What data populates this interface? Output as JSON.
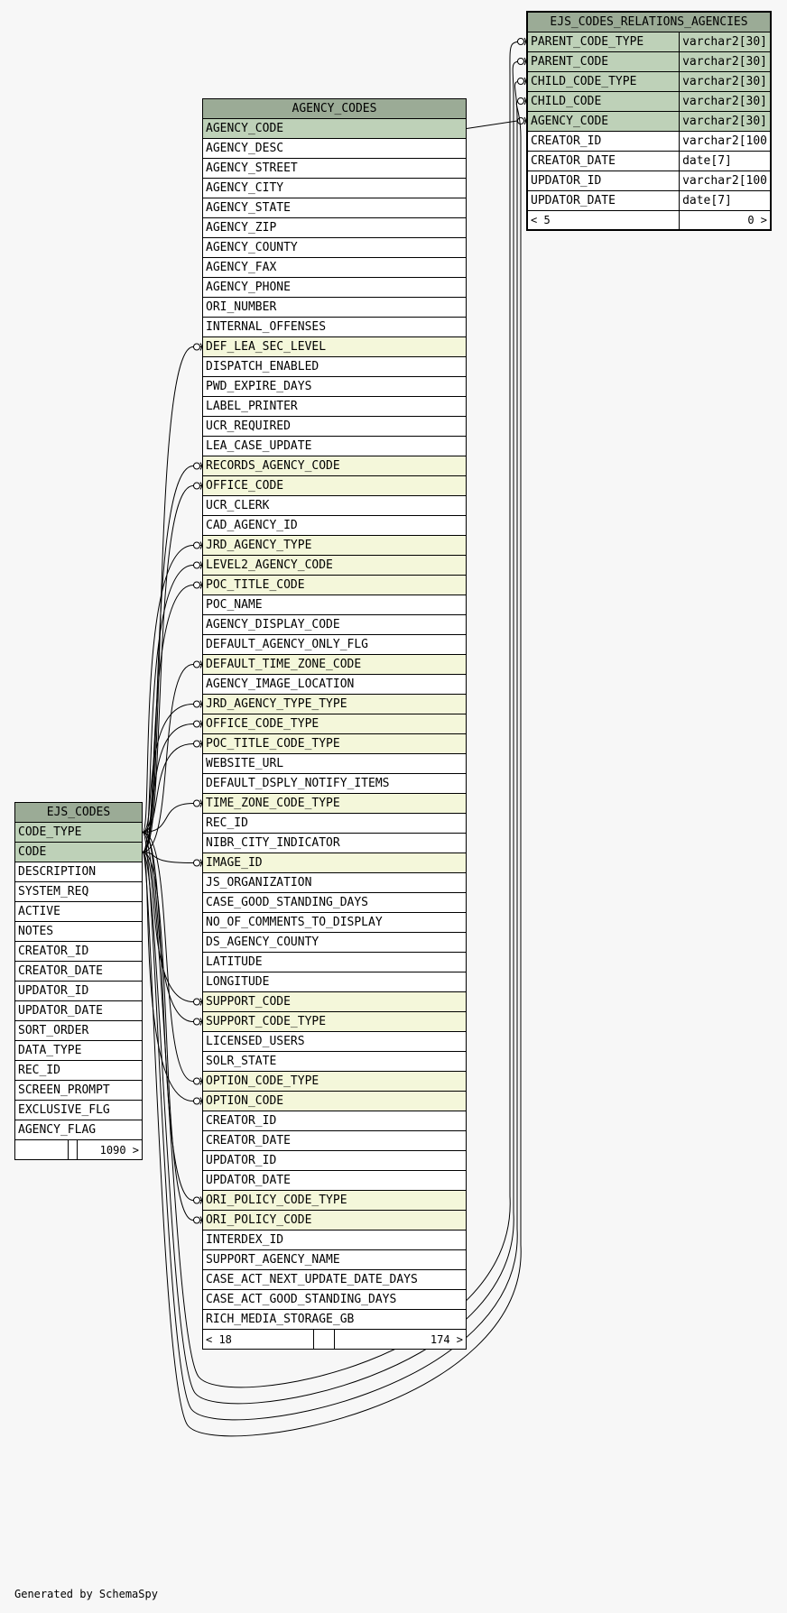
{
  "generated_by": "Generated by SchemaSpy",
  "agency_codes": {
    "title": "AGENCY_CODES",
    "pk": [
      "AGENCY_CODE"
    ],
    "columns": [
      {
        "name": "AGENCY_CODE",
        "kind": "pk"
      },
      {
        "name": "AGENCY_DESC",
        "kind": ""
      },
      {
        "name": "AGENCY_STREET",
        "kind": ""
      },
      {
        "name": "AGENCY_CITY",
        "kind": ""
      },
      {
        "name": "AGENCY_STATE",
        "kind": ""
      },
      {
        "name": "AGENCY_ZIP",
        "kind": ""
      },
      {
        "name": "AGENCY_COUNTY",
        "kind": ""
      },
      {
        "name": "AGENCY_FAX",
        "kind": ""
      },
      {
        "name": "AGENCY_PHONE",
        "kind": ""
      },
      {
        "name": "ORI_NUMBER",
        "kind": ""
      },
      {
        "name": "INTERNAL_OFFENSES",
        "kind": ""
      },
      {
        "name": "DEF_LEA_SEC_LEVEL",
        "kind": "fk"
      },
      {
        "name": "DISPATCH_ENABLED",
        "kind": ""
      },
      {
        "name": "PWD_EXPIRE_DAYS",
        "kind": ""
      },
      {
        "name": "LABEL_PRINTER",
        "kind": ""
      },
      {
        "name": "UCR_REQUIRED",
        "kind": ""
      },
      {
        "name": "LEA_CASE_UPDATE",
        "kind": ""
      },
      {
        "name": "RECORDS_AGENCY_CODE",
        "kind": "fk"
      },
      {
        "name": "OFFICE_CODE",
        "kind": "fk"
      },
      {
        "name": "UCR_CLERK",
        "kind": ""
      },
      {
        "name": "CAD_AGENCY_ID",
        "kind": ""
      },
      {
        "name": "JRD_AGENCY_TYPE",
        "kind": "fk"
      },
      {
        "name": "LEVEL2_AGENCY_CODE",
        "kind": "fk"
      },
      {
        "name": "POC_TITLE_CODE",
        "kind": "fk"
      },
      {
        "name": "POC_NAME",
        "kind": ""
      },
      {
        "name": "AGENCY_DISPLAY_CODE",
        "kind": ""
      },
      {
        "name": "DEFAULT_AGENCY_ONLY_FLG",
        "kind": ""
      },
      {
        "name": "DEFAULT_TIME_ZONE_CODE",
        "kind": "fk"
      },
      {
        "name": "AGENCY_IMAGE_LOCATION",
        "kind": ""
      },
      {
        "name": "JRD_AGENCY_TYPE_TYPE",
        "kind": "fk"
      },
      {
        "name": "OFFICE_CODE_TYPE",
        "kind": "fk"
      },
      {
        "name": "POC_TITLE_CODE_TYPE",
        "kind": "fk"
      },
      {
        "name": "WEBSITE_URL",
        "kind": ""
      },
      {
        "name": "DEFAULT_DSPLY_NOTIFY_ITEMS",
        "kind": ""
      },
      {
        "name": "TIME_ZONE_CODE_TYPE",
        "kind": "fk"
      },
      {
        "name": "REC_ID",
        "kind": ""
      },
      {
        "name": "NIBR_CITY_INDICATOR",
        "kind": ""
      },
      {
        "name": "IMAGE_ID",
        "kind": "fk"
      },
      {
        "name": "JS_ORGANIZATION",
        "kind": ""
      },
      {
        "name": "CASE_GOOD_STANDING_DAYS",
        "kind": ""
      },
      {
        "name": "NO_OF_COMMENTS_TO_DISPLAY",
        "kind": ""
      },
      {
        "name": "DS_AGENCY_COUNTY",
        "kind": ""
      },
      {
        "name": "LATITUDE",
        "kind": ""
      },
      {
        "name": "LONGITUDE",
        "kind": ""
      },
      {
        "name": "SUPPORT_CODE",
        "kind": "fk"
      },
      {
        "name": "SUPPORT_CODE_TYPE",
        "kind": "fk"
      },
      {
        "name": "LICENSED_USERS",
        "kind": ""
      },
      {
        "name": "SOLR_STATE",
        "kind": ""
      },
      {
        "name": "OPTION_CODE_TYPE",
        "kind": "fk"
      },
      {
        "name": "OPTION_CODE",
        "kind": "fk"
      },
      {
        "name": "CREATOR_ID",
        "kind": ""
      },
      {
        "name": "CREATOR_DATE",
        "kind": ""
      },
      {
        "name": "UPDATOR_ID",
        "kind": ""
      },
      {
        "name": "UPDATOR_DATE",
        "kind": ""
      },
      {
        "name": "ORI_POLICY_CODE_TYPE",
        "kind": "fk"
      },
      {
        "name": "ORI_POLICY_CODE",
        "kind": "fk"
      },
      {
        "name": "INTERDEX_ID",
        "kind": ""
      },
      {
        "name": "SUPPORT_AGENCY_NAME",
        "kind": ""
      },
      {
        "name": "CASE_ACT_NEXT_UPDATE_DATE_DAYS",
        "kind": ""
      },
      {
        "name": "CASE_ACT_GOOD_STANDING_DAYS",
        "kind": ""
      },
      {
        "name": "RICH_MEDIA_STORAGE_GB",
        "kind": ""
      }
    ],
    "footer": {
      "left": "< 18",
      "right": "174 >"
    }
  },
  "ejs_codes": {
    "title": "EJS_CODES",
    "columns": [
      {
        "name": "CODE_TYPE",
        "kind": "pk"
      },
      {
        "name": "CODE",
        "kind": "pk"
      },
      {
        "name": "DESCRIPTION",
        "kind": ""
      },
      {
        "name": "SYSTEM_REQ",
        "kind": ""
      },
      {
        "name": "ACTIVE",
        "kind": ""
      },
      {
        "name": "NOTES",
        "kind": ""
      },
      {
        "name": "CREATOR_ID",
        "kind": ""
      },
      {
        "name": "CREATOR_DATE",
        "kind": ""
      },
      {
        "name": "UPDATOR_ID",
        "kind": ""
      },
      {
        "name": "UPDATOR_DATE",
        "kind": ""
      },
      {
        "name": "SORT_ORDER",
        "kind": ""
      },
      {
        "name": "DATA_TYPE",
        "kind": ""
      },
      {
        "name": "REC_ID",
        "kind": ""
      },
      {
        "name": "SCREEN_PROMPT",
        "kind": ""
      },
      {
        "name": "EXCLUSIVE_FLG",
        "kind": ""
      },
      {
        "name": "AGENCY_FLAG",
        "kind": ""
      }
    ],
    "footer": {
      "left": "",
      "right": "1090 >"
    }
  },
  "relations": {
    "title": "EJS_CODES_RELATIONS_AGENCIES",
    "columns": [
      {
        "name": "PARENT_CODE_TYPE",
        "type": "varchar2[30]",
        "kind": "pk"
      },
      {
        "name": "PARENT_CODE",
        "type": "varchar2[30]",
        "kind": "pk"
      },
      {
        "name": "CHILD_CODE_TYPE",
        "type": "varchar2[30]",
        "kind": "pk"
      },
      {
        "name": "CHILD_CODE",
        "type": "varchar2[30]",
        "kind": "pk"
      },
      {
        "name": "AGENCY_CODE",
        "type": "varchar2[30]",
        "kind": "pk"
      },
      {
        "name": "CREATOR_ID",
        "type": "varchar2[100",
        "kind": ""
      },
      {
        "name": "CREATOR_DATE",
        "type": "date[7]",
        "kind": ""
      },
      {
        "name": "UPDATOR_ID",
        "type": "varchar2[100",
        "kind": ""
      },
      {
        "name": "UPDATOR_DATE",
        "type": "date[7]",
        "kind": ""
      }
    ],
    "footer": {
      "left": "< 5",
      "right": "0 >"
    }
  }
}
